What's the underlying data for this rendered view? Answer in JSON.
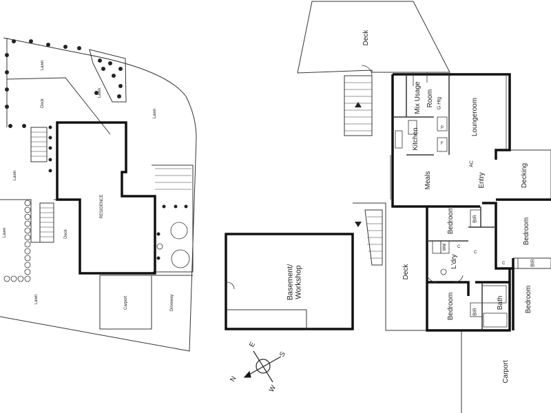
{
  "site_plan": {
    "residence": "RESIDENCE",
    "lawn": "Lawn",
    "deck": "Deck",
    "carport": "Carport",
    "driveway": "Driveway"
  },
  "floor_plan": {
    "deck_top": "Deck",
    "mix_usage": "Mix Usage",
    "room": "Room",
    "g_htg": "G.Htg",
    "loungeroom": "Loungeroom",
    "kitchen": "Kitchen",
    "meals": "Meals",
    "entry": "Entry",
    "ac": "AC",
    "decking": "Decking",
    "bedroom": "Bedroom",
    "bir": "BIR",
    "ldry": "L'dry",
    "wm": "WM",
    "bath": "Bath",
    "deck_side": "Deck",
    "carport": "Carport",
    "fridge": "F",
    "pantry": "P",
    "cupboard": "C"
  },
  "basement": {
    "line1": "Basement/",
    "line2": "Workshop"
  },
  "compass": {
    "n": "N",
    "s": "S",
    "e": "E",
    "w": "W"
  }
}
